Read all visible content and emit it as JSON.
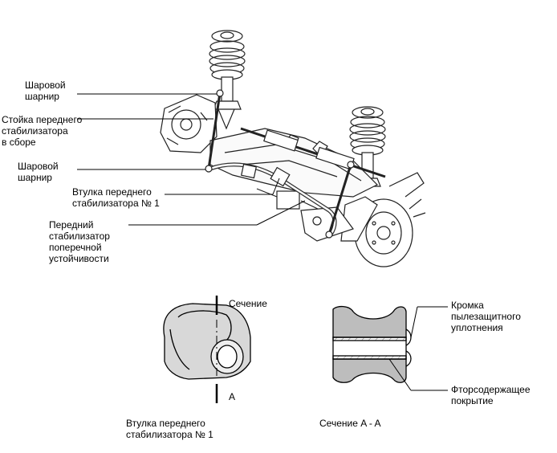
{
  "main_figure": {
    "callouts": {
      "ball_joint_upper": [
        "Шаровой",
        "шарнир"
      ],
      "stabilizer_link": [
        "Стойка переднего",
        "стабилизатора",
        "в сборе"
      ],
      "ball_joint_lower": [
        "Шаровой",
        "шарнир"
      ],
      "bushing_no1": [
        "Втулка переднего",
        "стабилизатора № 1"
      ],
      "front_stabilizer_bar": [
        "Передний",
        "стабилизатор",
        "поперечной",
        "устойчивости"
      ]
    }
  },
  "bushing_detail": {
    "section_top": "Сечение",
    "section_bottom": "A",
    "caption": [
      "Втулка переднего",
      "стабилизатора № 1"
    ]
  },
  "section_view": {
    "caption": "Сечение A - A",
    "dust_seal_lip": [
      "Кромка",
      "пылезащитного",
      "уплотнения"
    ],
    "fluorine_coating": [
      "Фторсодержащее",
      "покрытие"
    ]
  }
}
